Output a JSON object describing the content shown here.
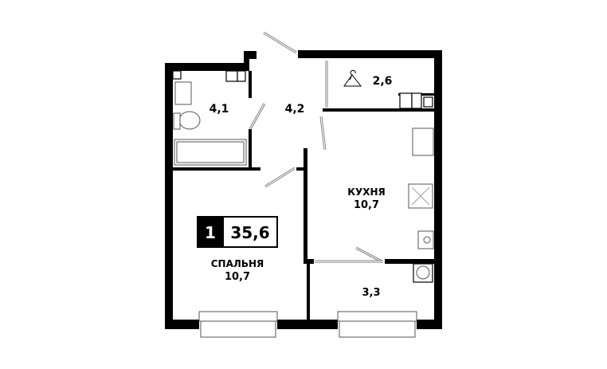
{
  "plan": {
    "rooms_count": "1",
    "total_area": "35,6",
    "rooms": {
      "bathroom": {
        "area": "4,1"
      },
      "hall": {
        "area": "4,2"
      },
      "wardrobe": {
        "area": "2,6"
      },
      "kitchen": {
        "name": "КУХНЯ",
        "area": "10,7"
      },
      "bedroom": {
        "name": "СПАЛЬНЯ",
        "area": "10,7"
      },
      "balcony": {
        "area": "3,3"
      }
    },
    "colors": {
      "wall": "#000000",
      "background": "#ffffff"
    }
  }
}
